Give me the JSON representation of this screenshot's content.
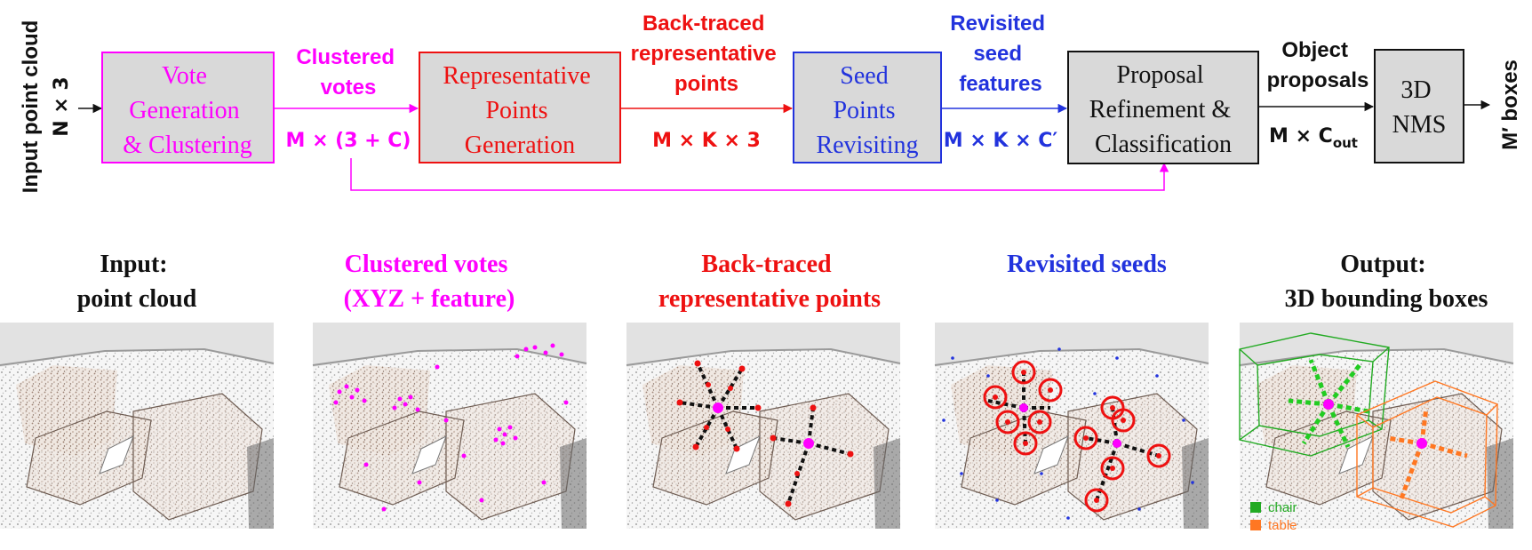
{
  "colors": {
    "magenta": "#ff00ff",
    "red": "#ee1111",
    "blue": "#2233dd",
    "black": "#111111",
    "box_fill": "#d9d9d9",
    "chair": "#22aa22",
    "table": "#ff7722"
  },
  "pipeline": {
    "input_label": "Input point cloud",
    "input_dim": "N × 3",
    "boxes": {
      "vote": [
        "Vote",
        "Generation",
        "& Clustering"
      ],
      "rep": [
        "Representative",
        "Points",
        "Generation"
      ],
      "seed": [
        "Seed",
        "Points",
        "Revisiting"
      ],
      "proposal": [
        "Proposal",
        "Refinement &",
        "Classification"
      ],
      "nms": [
        "3D",
        "NMS"
      ]
    },
    "edges": {
      "clustered": {
        "label": [
          "Clustered",
          "votes"
        ],
        "dim": "M × (3 + C)"
      },
      "backtraced": {
        "label": [
          "Back-traced",
          "representative",
          "points"
        ],
        "dim": "M × K × 3"
      },
      "revisited": {
        "label": [
          "Revisited",
          "seed",
          "features"
        ],
        "dim": "M × K × C′"
      },
      "proposals": {
        "label": [
          "Object",
          "proposals"
        ],
        "dim_main": "M × C",
        "dim_sub": "out"
      }
    },
    "output_label": "M′ boxes"
  },
  "panels": [
    {
      "title": [
        "Input:",
        "point cloud"
      ],
      "color": "#111111"
    },
    {
      "title": [
        "Clustered votes",
        "(XYZ + feature)"
      ],
      "color": "#ff00ff"
    },
    {
      "title": [
        "Back-traced",
        "representative points"
      ],
      "color": "#ee1111"
    },
    {
      "title": [
        "Revisited seeds"
      ],
      "color": "#2233dd"
    },
    {
      "title": [
        "Output:",
        "3D bounding boxes"
      ],
      "color": "#111111"
    }
  ],
  "legend": [
    {
      "label": "chair",
      "color": "#22aa22"
    },
    {
      "label": "table",
      "color": "#ff7722"
    }
  ]
}
